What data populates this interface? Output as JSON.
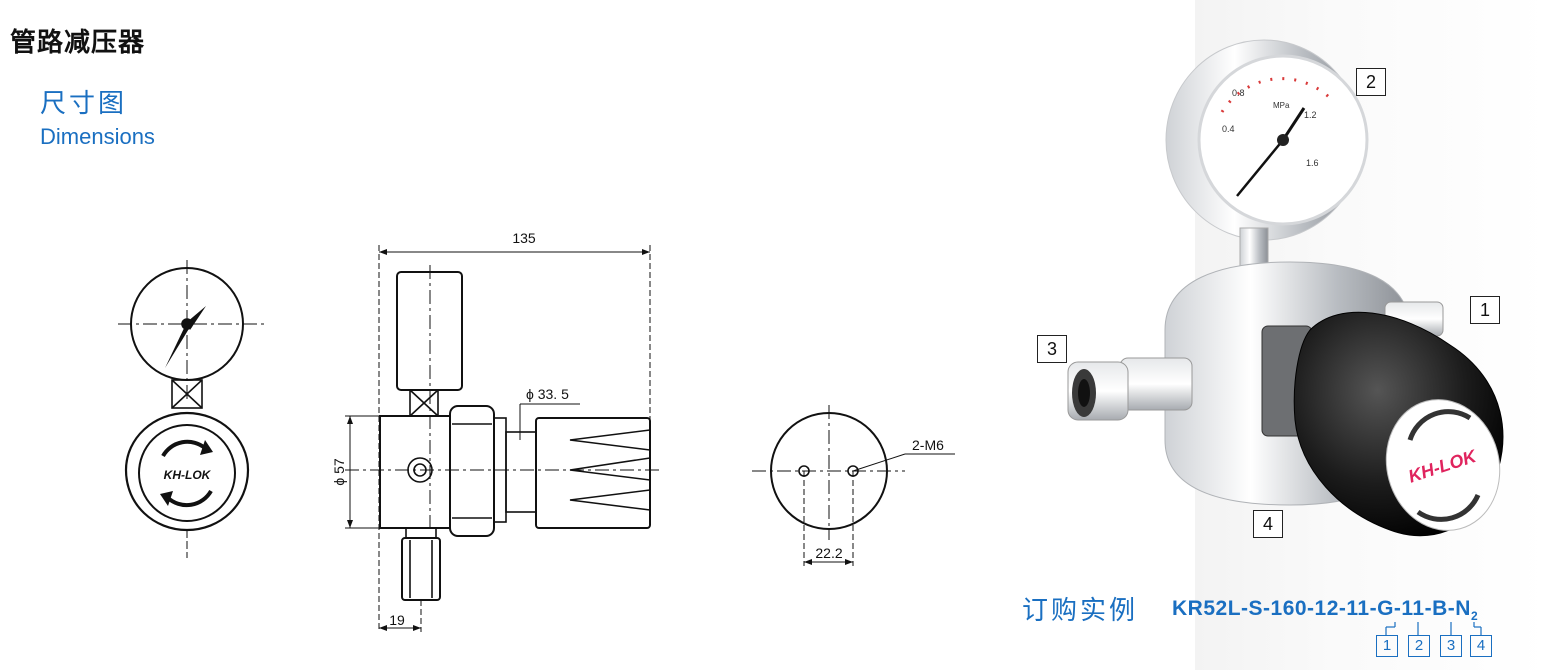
{
  "page": {
    "title": "管路减压器",
    "section_cn": "尺寸图",
    "section_en": "Dimensions"
  },
  "dimensions": {
    "overall_length": "135",
    "knob_diameter": "ϕ 33. 5",
    "body_diameter": "ϕ 57",
    "port_offset": "19",
    "mount_hole_spacing": "22.2",
    "mount_holes": "2-M6",
    "brand_on_knob": "KH-LOK"
  },
  "photo": {
    "brand_on_knob": "KH-LOK",
    "callouts": [
      "1",
      "2",
      "3",
      "4"
    ]
  },
  "ordering": {
    "label": "订购实例",
    "code": "KR52L-S-160-12-11-G-11-B-N",
    "code_subscript": "2",
    "key": [
      "1",
      "2",
      "3",
      "4"
    ]
  }
}
